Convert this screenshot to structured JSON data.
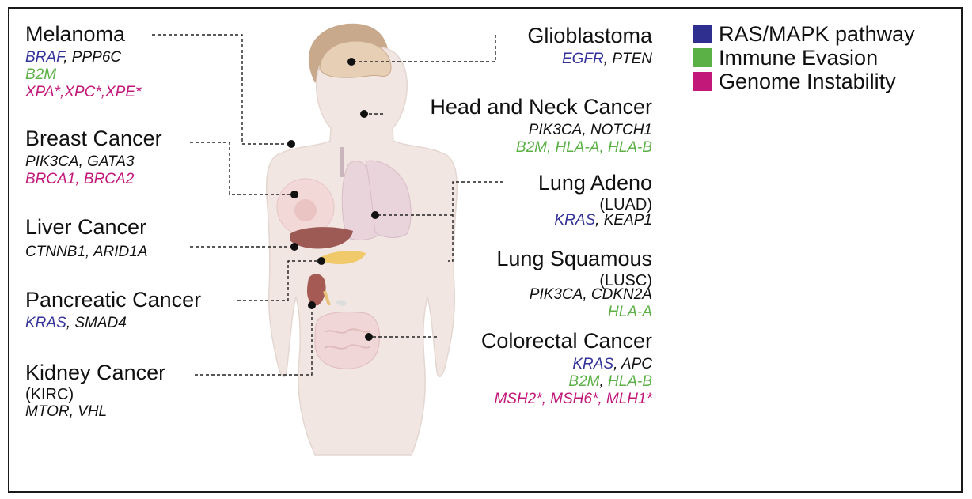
{
  "cancers": {
    "melanoma": {
      "title": "Melanoma",
      "genes": [
        [
          "BRAF",
          ", ",
          "PPP6C"
        ],
        [
          "B2M"
        ],
        [
          "XPA*,XPC*,XPE*"
        ]
      ]
    },
    "breast": {
      "title": "Breast Cancer",
      "genes": [
        [
          "PIK3CA, GATA3"
        ],
        [
          "BRCA1, BRCA2"
        ]
      ]
    },
    "liver": {
      "title": "Liver Cancer",
      "genes": [
        [
          "CTNNB1, ARID1A"
        ]
      ]
    },
    "pancreatic": {
      "title": "Pancreatic Cancer",
      "genes": [
        [
          "KRAS",
          ", ",
          "SMAD4"
        ]
      ]
    },
    "kidney": {
      "title": "Kidney Cancer",
      "sub": "(KIRC)",
      "genes": [
        [
          "MTOR, VHL"
        ]
      ]
    },
    "glioblastoma": {
      "title": "Glioblastoma",
      "genes": [
        [
          "EGFR",
          ", ",
          "PTEN"
        ]
      ]
    },
    "head_neck": {
      "title": "Head and Neck Cancer",
      "genes": [
        [
          "PIK3CA, NOTCH1"
        ],
        [
          "B2M, HLA-A, HLA-B"
        ]
      ]
    },
    "lung_adeno": {
      "title": "Lung Adeno",
      "sub": "(LUAD)",
      "genes": [
        [
          "KRAS",
          ", ",
          "KEAP1"
        ]
      ]
    },
    "lung_squamous": {
      "title": "Lung Squamous",
      "sub": "(LUSC)",
      "genes": [
        [
          "PIK3CA, CDKN2A"
        ],
        [
          "HLA-A"
        ]
      ]
    },
    "colorectal": {
      "title": "Colorectal Cancer",
      "genes": [
        [
          "KRAS",
          ", ",
          "APC"
        ],
        [
          "B2M",
          ", ",
          "HLA-B"
        ],
        [
          "MSH2*, MSH6*, MLH1*"
        ]
      ]
    }
  },
  "legend": [
    {
      "label": "RAS/MAPK pathway",
      "color": "#2e2f8f"
    },
    {
      "label": "Immune Evasion",
      "color": "#5bb146"
    },
    {
      "label": "Genome Instability",
      "color": "#c2187a"
    }
  ],
  "colors": {
    "ras": "#34339a",
    "immune": "#5bb146",
    "genome": "#c2187a",
    "text": "#111111"
  }
}
